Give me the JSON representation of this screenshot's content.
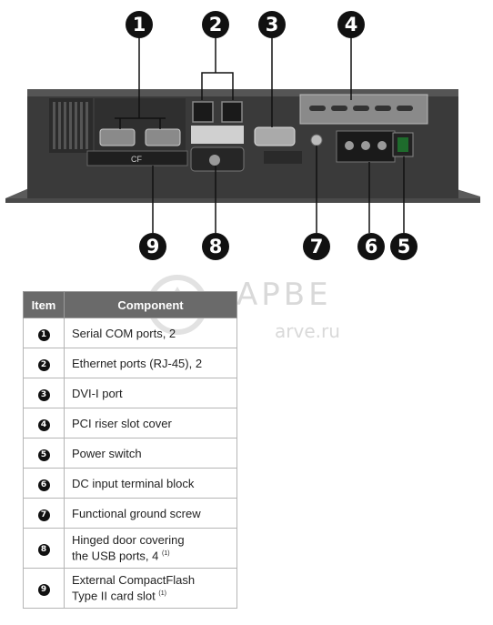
{
  "callouts": {
    "c1": "1",
    "c2": "2",
    "c3": "3",
    "c4": "4",
    "c5": "5",
    "c6": "6",
    "c7": "7",
    "c8": "8",
    "c9": "9"
  },
  "device": {
    "cf_label": "CF"
  },
  "table": {
    "header": {
      "item": "Item",
      "component": "Component"
    },
    "rows": [
      {
        "num": "1",
        "text": "Serial COM ports, 2",
        "note": ""
      },
      {
        "num": "2",
        "text": "Ethernet ports (RJ-45), 2",
        "note": ""
      },
      {
        "num": "3",
        "text": "DVI-I port",
        "note": ""
      },
      {
        "num": "4",
        "text": "PCI riser slot cover",
        "note": ""
      },
      {
        "num": "5",
        "text": "Power switch",
        "note": ""
      },
      {
        "num": "6",
        "text": "DC input terminal block",
        "note": ""
      },
      {
        "num": "7",
        "text": "Functional ground screw",
        "note": ""
      },
      {
        "num": "8",
        "line1": "Hinged door covering",
        "line2": "the USB ports, 4",
        "note": "(1)"
      },
      {
        "num": "9",
        "line1": "External CompactFlash",
        "line2": "Type II card slot",
        "note": "(1)"
      }
    ]
  },
  "watermark": {
    "big": "APBE",
    "small": "arve.ru"
  }
}
